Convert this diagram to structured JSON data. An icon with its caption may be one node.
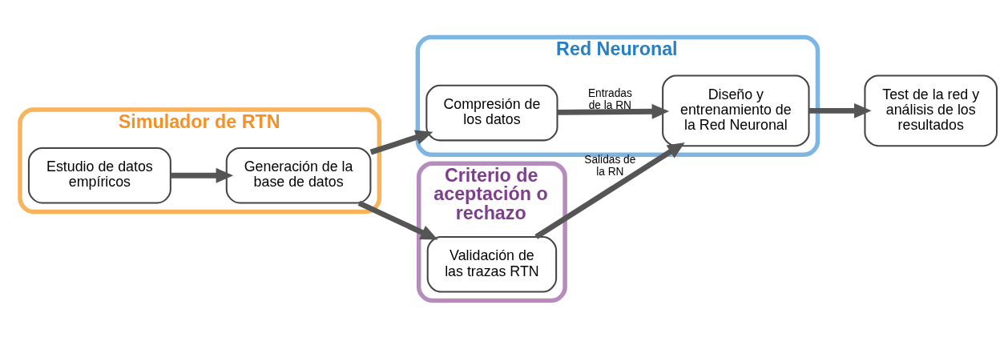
{
  "diagram": {
    "nodes": [
      {
        "text": [
          "Simulador de RTN"
        ]
      },
      {
        "text": [
          "Estudio de datos empíricos"
        ],
        "in": 0
      },
      {
        "text": [
          "Generación de la base de datos"
        ],
        "in": 0
      },
      {
        "text": [
          "Red Neuronal"
        ]
      },
      {
        "text": [
          "Compresión de los datos"
        ],
        "in": 3
      },
      {
        "text": [
          "Diseño y entrenamiento de la Red Neuronal"
        ],
        "in": 3
      },
      {
        "text": [
          "Criterio de aceptación o rechazo"
        ]
      },
      {
        "text": [
          "Validación de las trazas RTN"
        ],
        "in": 6
      },
      {
        "text": [
          "Test de la red y análisis de los resultados"
        ]
      }
    ],
    "edges": [
      {
        "from": 1,
        "to": 2,
        "arrow": "to"
      },
      {
        "from": 2,
        "to": 4,
        "arrow": "to"
      },
      {
        "from": 2,
        "to": 7,
        "arrow": "to"
      },
      {
        "from": 4,
        "to": 5,
        "arrow": "to",
        "label": "Entradas de la RN"
      },
      {
        "from": 7,
        "to": 5,
        "arrow": "to",
        "label": "Salidas de la RN"
      },
      {
        "from": 5,
        "to": 8,
        "arrow": "to"
      }
    ]
  }
}
